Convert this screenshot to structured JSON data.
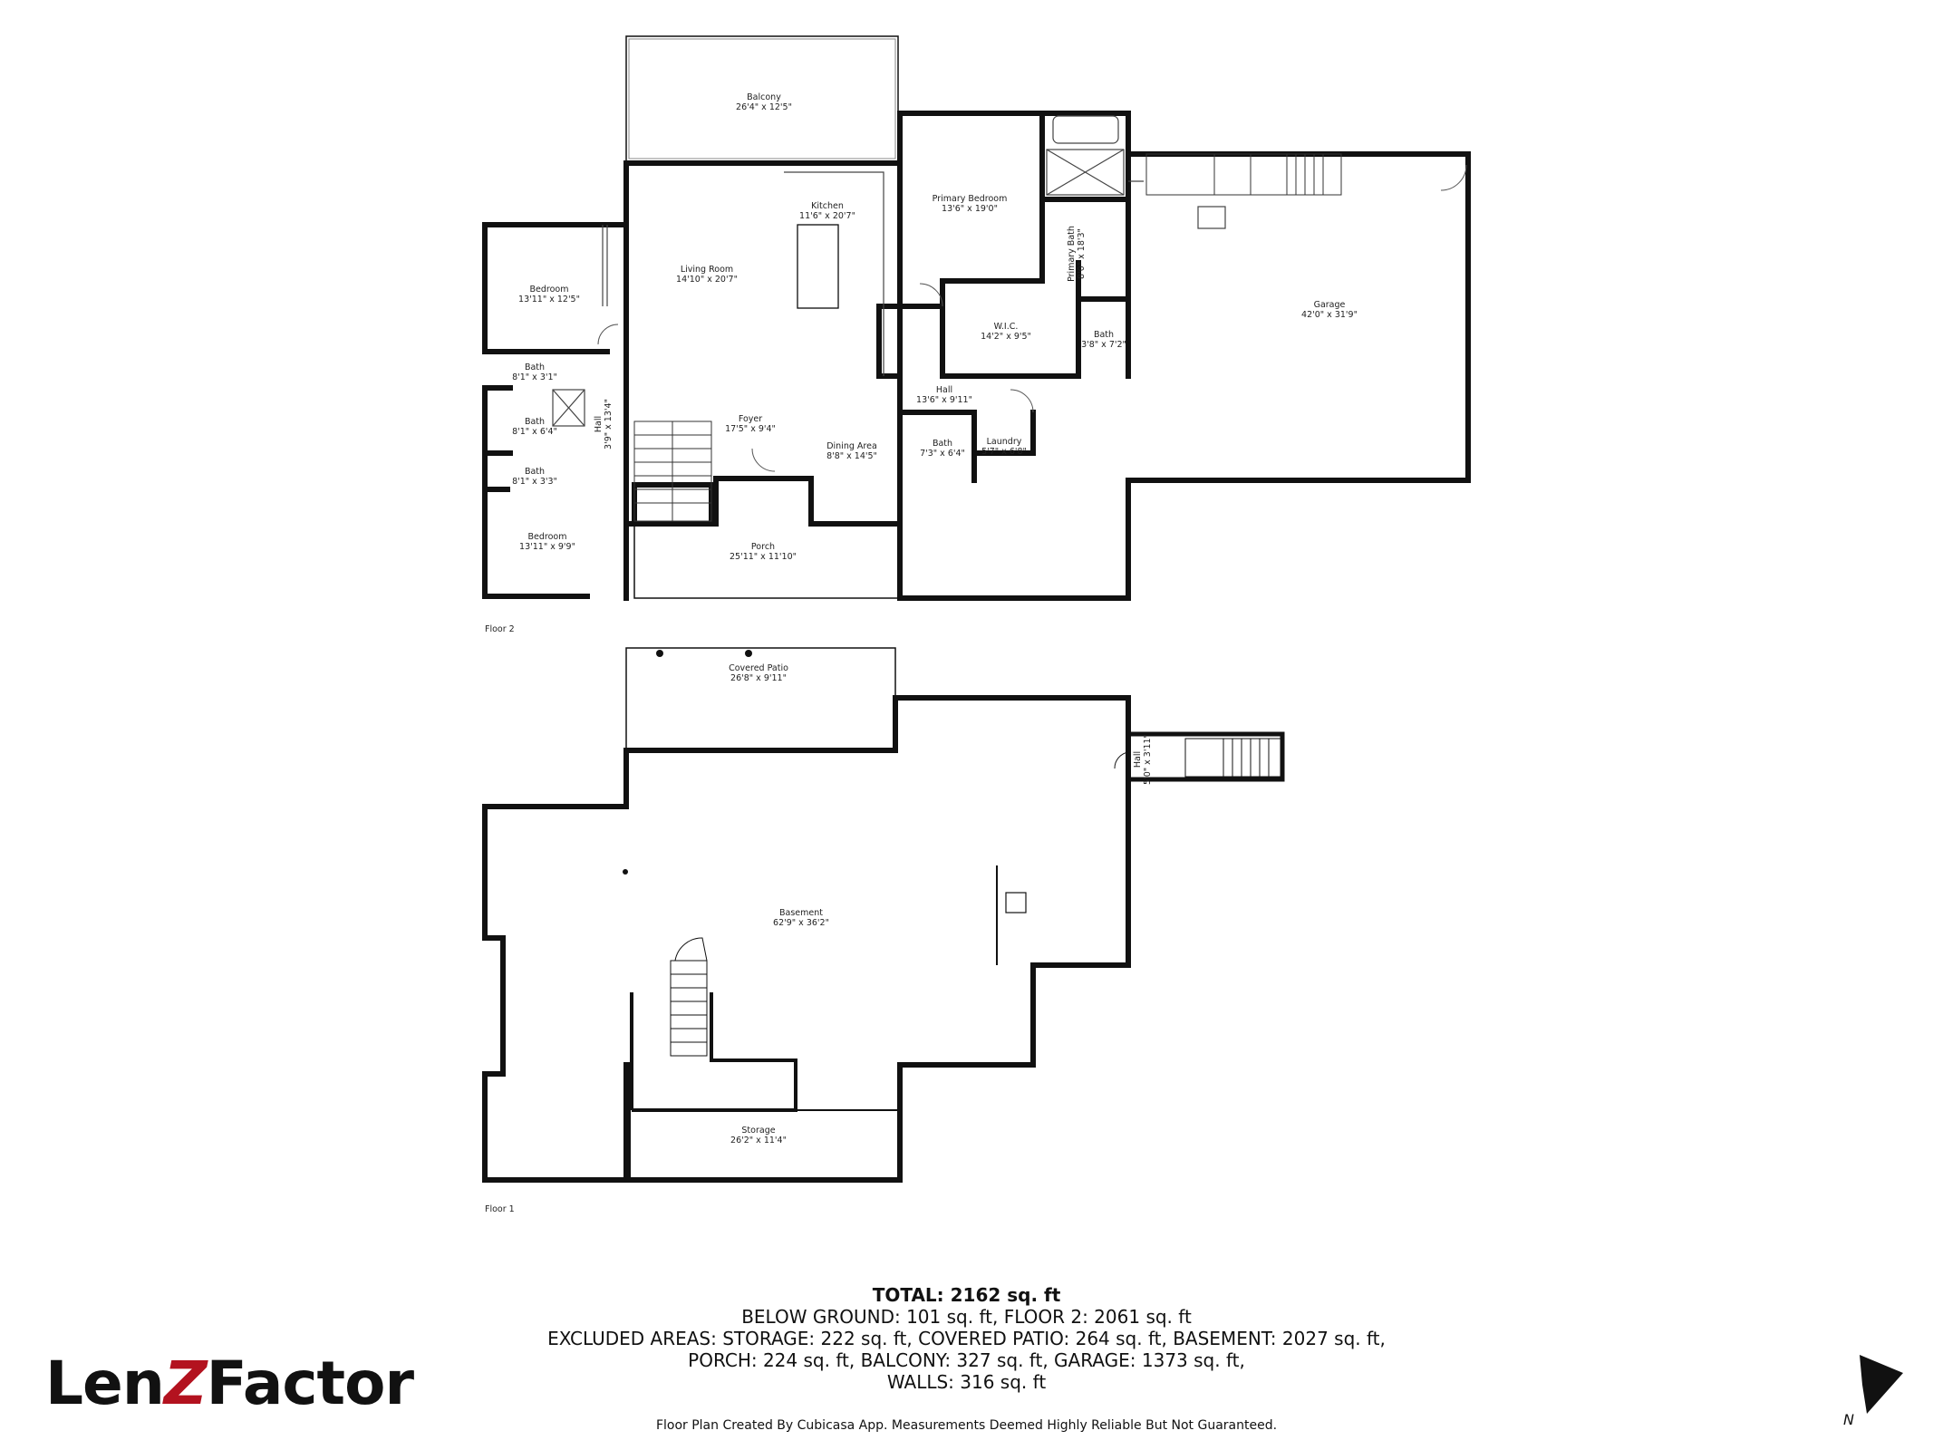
{
  "floor2": {
    "label": "Floor 2",
    "rooms": [
      {
        "id": "balcony",
        "name": "Balcony",
        "dims": "26'4\" x 12'5\""
      },
      {
        "id": "kitchen",
        "name": "Kitchen",
        "dims": "11'6\" x 20'7\""
      },
      {
        "id": "primary-bedroom",
        "name": "Primary Bedroom",
        "dims": "13'6\" x 19'0\""
      },
      {
        "id": "primary-bath",
        "name": "Primary Bath",
        "dims": "8'0\" x 18'3\""
      },
      {
        "id": "garage",
        "name": "Garage",
        "dims": "42'0\" x 31'9\""
      },
      {
        "id": "bedroom-1",
        "name": "Bedroom",
        "dims": "13'11\" x 12'5\""
      },
      {
        "id": "living-room",
        "name": "Living Room",
        "dims": "14'10\" x 20'7\""
      },
      {
        "id": "wic",
        "name": "W.I.C.",
        "dims": "14'2\" x 9'5\""
      },
      {
        "id": "bath-small",
        "name": "Bath",
        "dims": "3'8\" x 7'2\""
      },
      {
        "id": "bath-1",
        "name": "Bath",
        "dims": "8'1\" x 3'1\""
      },
      {
        "id": "hall-main",
        "name": "Hall",
        "dims": "13'6\" x 9'11\""
      },
      {
        "id": "hall-side",
        "name": "Hall",
        "dims": "3'9\" x 13'4\""
      },
      {
        "id": "bath-2",
        "name": "Bath",
        "dims": "8'1\" x 6'4\""
      },
      {
        "id": "foyer",
        "name": "Foyer",
        "dims": "17'5\" x 9'4\""
      },
      {
        "id": "bath-3",
        "name": "Bath",
        "dims": "7'3\" x 6'4\""
      },
      {
        "id": "laundry",
        "name": "Laundry",
        "dims": "5'7\" x 6'8\""
      },
      {
        "id": "dining-area",
        "name": "Dining Area",
        "dims": "8'8\" x 14'5\""
      },
      {
        "id": "bath-4",
        "name": "Bath",
        "dims": "8'1\" x 3'3\""
      },
      {
        "id": "bedroom-2",
        "name": "Bedroom",
        "dims": "13'11\" x 9'9\""
      },
      {
        "id": "porch",
        "name": "Porch",
        "dims": "25'11\" x 11'10\""
      }
    ]
  },
  "floor1": {
    "label": "Floor 1",
    "rooms": [
      {
        "id": "covered-patio",
        "name": "Covered Patio",
        "dims": "26'8\" x 9'11\""
      },
      {
        "id": "hall-lower",
        "name": "Hall",
        "dims": "5'0\" x 3'11\""
      },
      {
        "id": "basement",
        "name": "Basement",
        "dims": "62'9\" x 36'2\""
      },
      {
        "id": "storage",
        "name": "Storage",
        "dims": "26'2\" x 11'4\""
      }
    ]
  },
  "summary": {
    "total": "TOTAL: 2162 sq. ft",
    "line1": "BELOW GROUND: 101 sq. ft, FLOOR 2: 2061 sq. ft",
    "line2": "EXCLUDED AREAS: STORAGE: 222 sq. ft, COVERED PATIO: 264 sq. ft, BASEMENT: 2027 sq. ft,",
    "line3": "PORCH: 224 sq. ft, BALCONY: 327 sq. ft, GARAGE: 1373 sq. ft,",
    "line4": "WALLS: 316 sq. ft"
  },
  "disclaimer": "Floor Plan Created By Cubicasa App. Measurements Deemed Highly Reliable But Not Guaranteed.",
  "logo": {
    "part1": "Len",
    "part2": "Z",
    "part3": "Factor",
    "accent_color": "#b3121f"
  },
  "compass": {
    "letter": "N",
    "icon": "north-arrow-icon"
  }
}
